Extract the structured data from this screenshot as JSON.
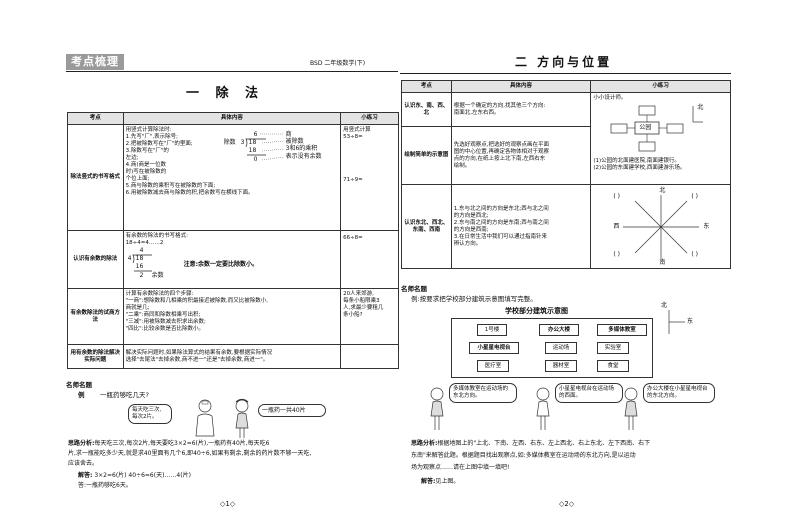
{
  "left": {
    "tag": "考点梳理",
    "header_right": "BSD 二年级数学(下)",
    "chapter_title": "一 除 法",
    "table_headers": [
      "考点",
      "具体内容",
      "小练习"
    ],
    "rows": [
      {
        "topic": "除法竖式的书写格式",
        "content": [
          "用竖式计算除法时:",
          "1.先写\"厂\",表示除号;",
          "2.把被除数写在\"厂\"的里面;",
          "3.除数写在\"厂\"的",
          "  左边;",
          "4.商(商是一位数",
          "  时)写在被除数的",
          "  个位上面;",
          "5.商与除数的乘积写在被除数的下面;",
          "6.用被除数减去商与除数的积,把余数写在横线下面。"
        ],
        "diagram": {
          "quotient": "6",
          "divisor": "3",
          "dividend": "18",
          "product": "18",
          "remainder": "0",
          "labels": [
            "商",
            "被除数",
            "3和6的乘积",
            "表示没有余数"
          ],
          "divisor_label": "除数"
        },
        "practice": [
          "用竖式计算",
          "53÷8=",
          "71÷9="
        ]
      },
      {
        "topic": "认识有余数的除法",
        "content": [
          "有余数的除法的书写格式:",
          "18÷4=4……2"
        ],
        "diagram": {
          "quotient": "4",
          "divisor": "4",
          "dividend": "18",
          "product": "16",
          "remainder": "2",
          "remainder_label": "余数"
        },
        "note": "注意:余数一定要比除数小。",
        "practice": [
          "66÷8="
        ]
      },
      {
        "topic": "有余数除法的试商方法",
        "content": [
          "计算有余数除法的四个步骤:",
          "\"一商\":想除数和几相乘的积最接近被除数,而又比被除数小,",
          "商就是几;",
          "\"二乘\":商同和除数相乘写出积;",
          "\"三减\":用被除数减去积求出余数;",
          "\"四比\":比较余数是否比除数小。"
        ],
        "practice": [
          "20人来郊游,",
          "每条小船限乘3",
          "人,求最少要租几",
          "条小船?"
        ]
      },
      {
        "topic": "用有余数的除法解决实际问题",
        "content": [
          "解决实际问题时,如果除法算式的结果有余数,要根据实际情况",
          "选择\"去尾法\"去掉余数,商不进一\"还是\"去掉余数,商进一\"。"
        ],
        "practice": []
      }
    ],
    "example": {
      "heading": "名师名题",
      "label": "例",
      "question": "一瓶药够吃几天?",
      "bubble_doctor": [
        "每天吃三次,",
        "每次2片。"
      ],
      "bubble_girl": "一瓶药一共40片",
      "analysis_label": "思路分析:",
      "analysis": [
        "每天吃三次,每次2片,每天要吃3×2=6(片),一瓶药有40片,每天吃6",
        "片,求一瓶能吃多少天,就是求40里面有几个6,即40÷6,如果有剩余,剩余的药片数不够一天吃,",
        "应该舍去。"
      ],
      "answer_label": "解答:",
      "answer_lines": [
        "3×2=6(片)    40÷6=6(天)……4(片)",
        "答:一瓶药够吃6天。"
      ]
    },
    "page_number": "◇1◇"
  },
  "right": {
    "chapter_title": "二 方向与位置",
    "table_headers": [
      "考点",
      "具体内容",
      "小练习"
    ],
    "rows": [
      {
        "topic": "认识东、南、西、北",
        "content": [
          "根据一个确定的方向,找其他三个方向:",
          "南面北,左东右西。"
        ],
        "practice_title": "小小设计师。",
        "center_label": "公园",
        "north_label": "北",
        "practice": [
          "(1)公园的北面建医院,南面建银行。",
          "(2)公园的东面建学校,西面建游乐场。"
        ]
      },
      {
        "topic": "绘制简单的示意图",
        "content": [
          "先选好观察点,把选好的观察点画在平面",
          "图的中心位置,再确定各物体相对于观察",
          "点的方向,在纸上按上北下南,左西右东",
          "绘制。"
        ]
      },
      {
        "topic": "认识东北、西北、东南、西南",
        "content": [
          "1.东与北之间的方向是东北;西与北之间",
          "的方向是西北;",
          "2.东与南之间的方向是东南;西与南之间",
          "的方向是西南;",
          "3.在日常生活中我们可以通过指南针来",
          "辨认方向。"
        ],
        "compass": {
          "north": "北",
          "south": "南",
          "east": "东",
          "west": "西",
          "blank": "(   )"
        }
      }
    ],
    "example": {
      "heading": "名师名题",
      "question": "例:按要求把学校部分建筑示意图填写完整。",
      "plan_title": "学校部分建筑示意图",
      "compass_north": "北",
      "compass_east": "东",
      "buildings": [
        "1号楼",
        "办公大楼",
        "多媒体教室",
        "小星星电视台",
        "运动场",
        "实验室",
        "医疗室",
        "器材室",
        "食堂"
      ],
      "bubbles": [
        "多媒体教室在运动场的东北方向。",
        "小星星电视台在运动场的西面。",
        "办公大楼在小星星电视台的东北方向。"
      ],
      "analysis_label": "思路分析:",
      "analysis": [
        "根据地图上的\"上北、下南、左西、右东、左上西北、右上东北、左下西南、右下",
        "东南\"来解答此题。根据题目找出观察点,如:多媒体教室在运动场的东北方向,是以运动",
        "场为观察点……请在上图中填一填吧!"
      ],
      "answer_label": "解答:",
      "answer": "见上图。"
    },
    "page_number": "◇2◇"
  }
}
